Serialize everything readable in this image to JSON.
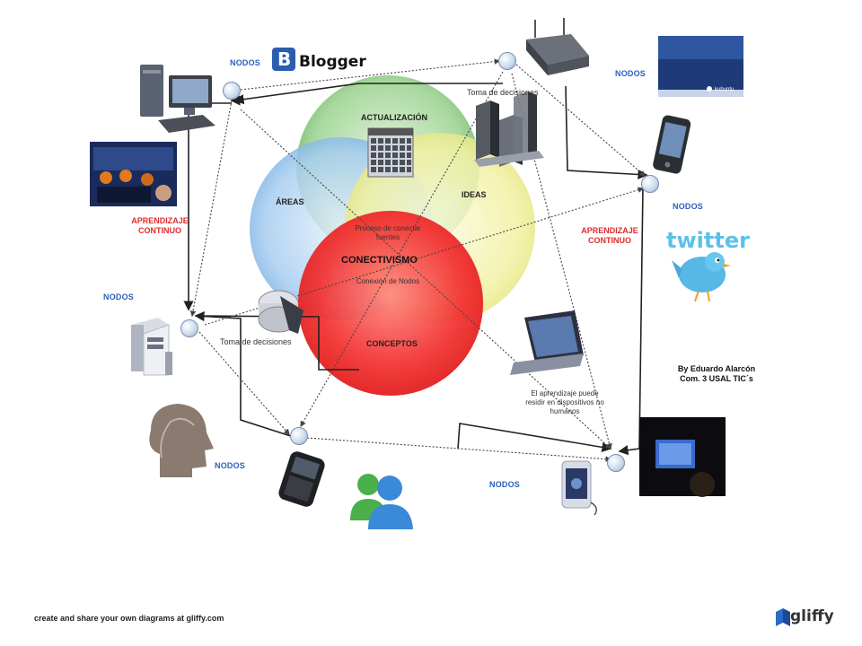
{
  "diagram": {
    "circles": {
      "actualizacion": "ACTUALIZACIÓN",
      "areas": "ÁREAS",
      "ideas": "IDEAS",
      "conceptos": "CONCEPTOS",
      "center": "CONECTIVISMO",
      "proceso": "Proceso de conectar fuentes",
      "conexion": "Conexión de Nodos"
    },
    "nodos_labels": [
      "NODOS",
      "NODOS",
      "NODOS",
      "NODOS",
      "NODOS",
      "NODOS"
    ],
    "aprendizaje_left": [
      "APRENDIZAJE",
      "CONTINUO"
    ],
    "aprendizaje_right": [
      "APRENDIZAJE",
      "CONTINUO"
    ],
    "toma_decisiones_top": "Toma de decisiones",
    "toma_decisiones_left": "Toma de decisiones",
    "aprendizaje_texto": [
      "El aprendizaje puede",
      "residir en dispositivos no",
      "humanos"
    ],
    "author": [
      "By Eduardo Alarcón",
      "Com. 3 USAL TIC´s"
    ],
    "blogger_logo": "Blogger",
    "twitter_logo": "twitter",
    "kubuntu_text": "kubuntu"
  },
  "footer": {
    "text": "create and share your own diagrams at gliffy.com",
    "brand": "gliffy"
  },
  "colors": {
    "nodos_blue": "#2a5fb8",
    "aprendizaje_red": "#e02a2a",
    "circle_green": "#7fc47a",
    "circle_blue": "#8ab8e8",
    "circle_yellow": "#eeee8a",
    "circle_red": "#f02020"
  },
  "icons": [
    "desktop-computer-icon",
    "router-icon",
    "kubuntu-screen-icon",
    "mobile-phone-icon",
    "twitter-bird-icon",
    "server-icon",
    "head-network-icon",
    "blackberry-phone-icon",
    "messenger-icon",
    "webcam-icon",
    "laptop-icon",
    "calendar-icon",
    "bar-chart-icon",
    "cd-drive-icon",
    "students-photo-icon",
    "monitor-photo-icon"
  ]
}
